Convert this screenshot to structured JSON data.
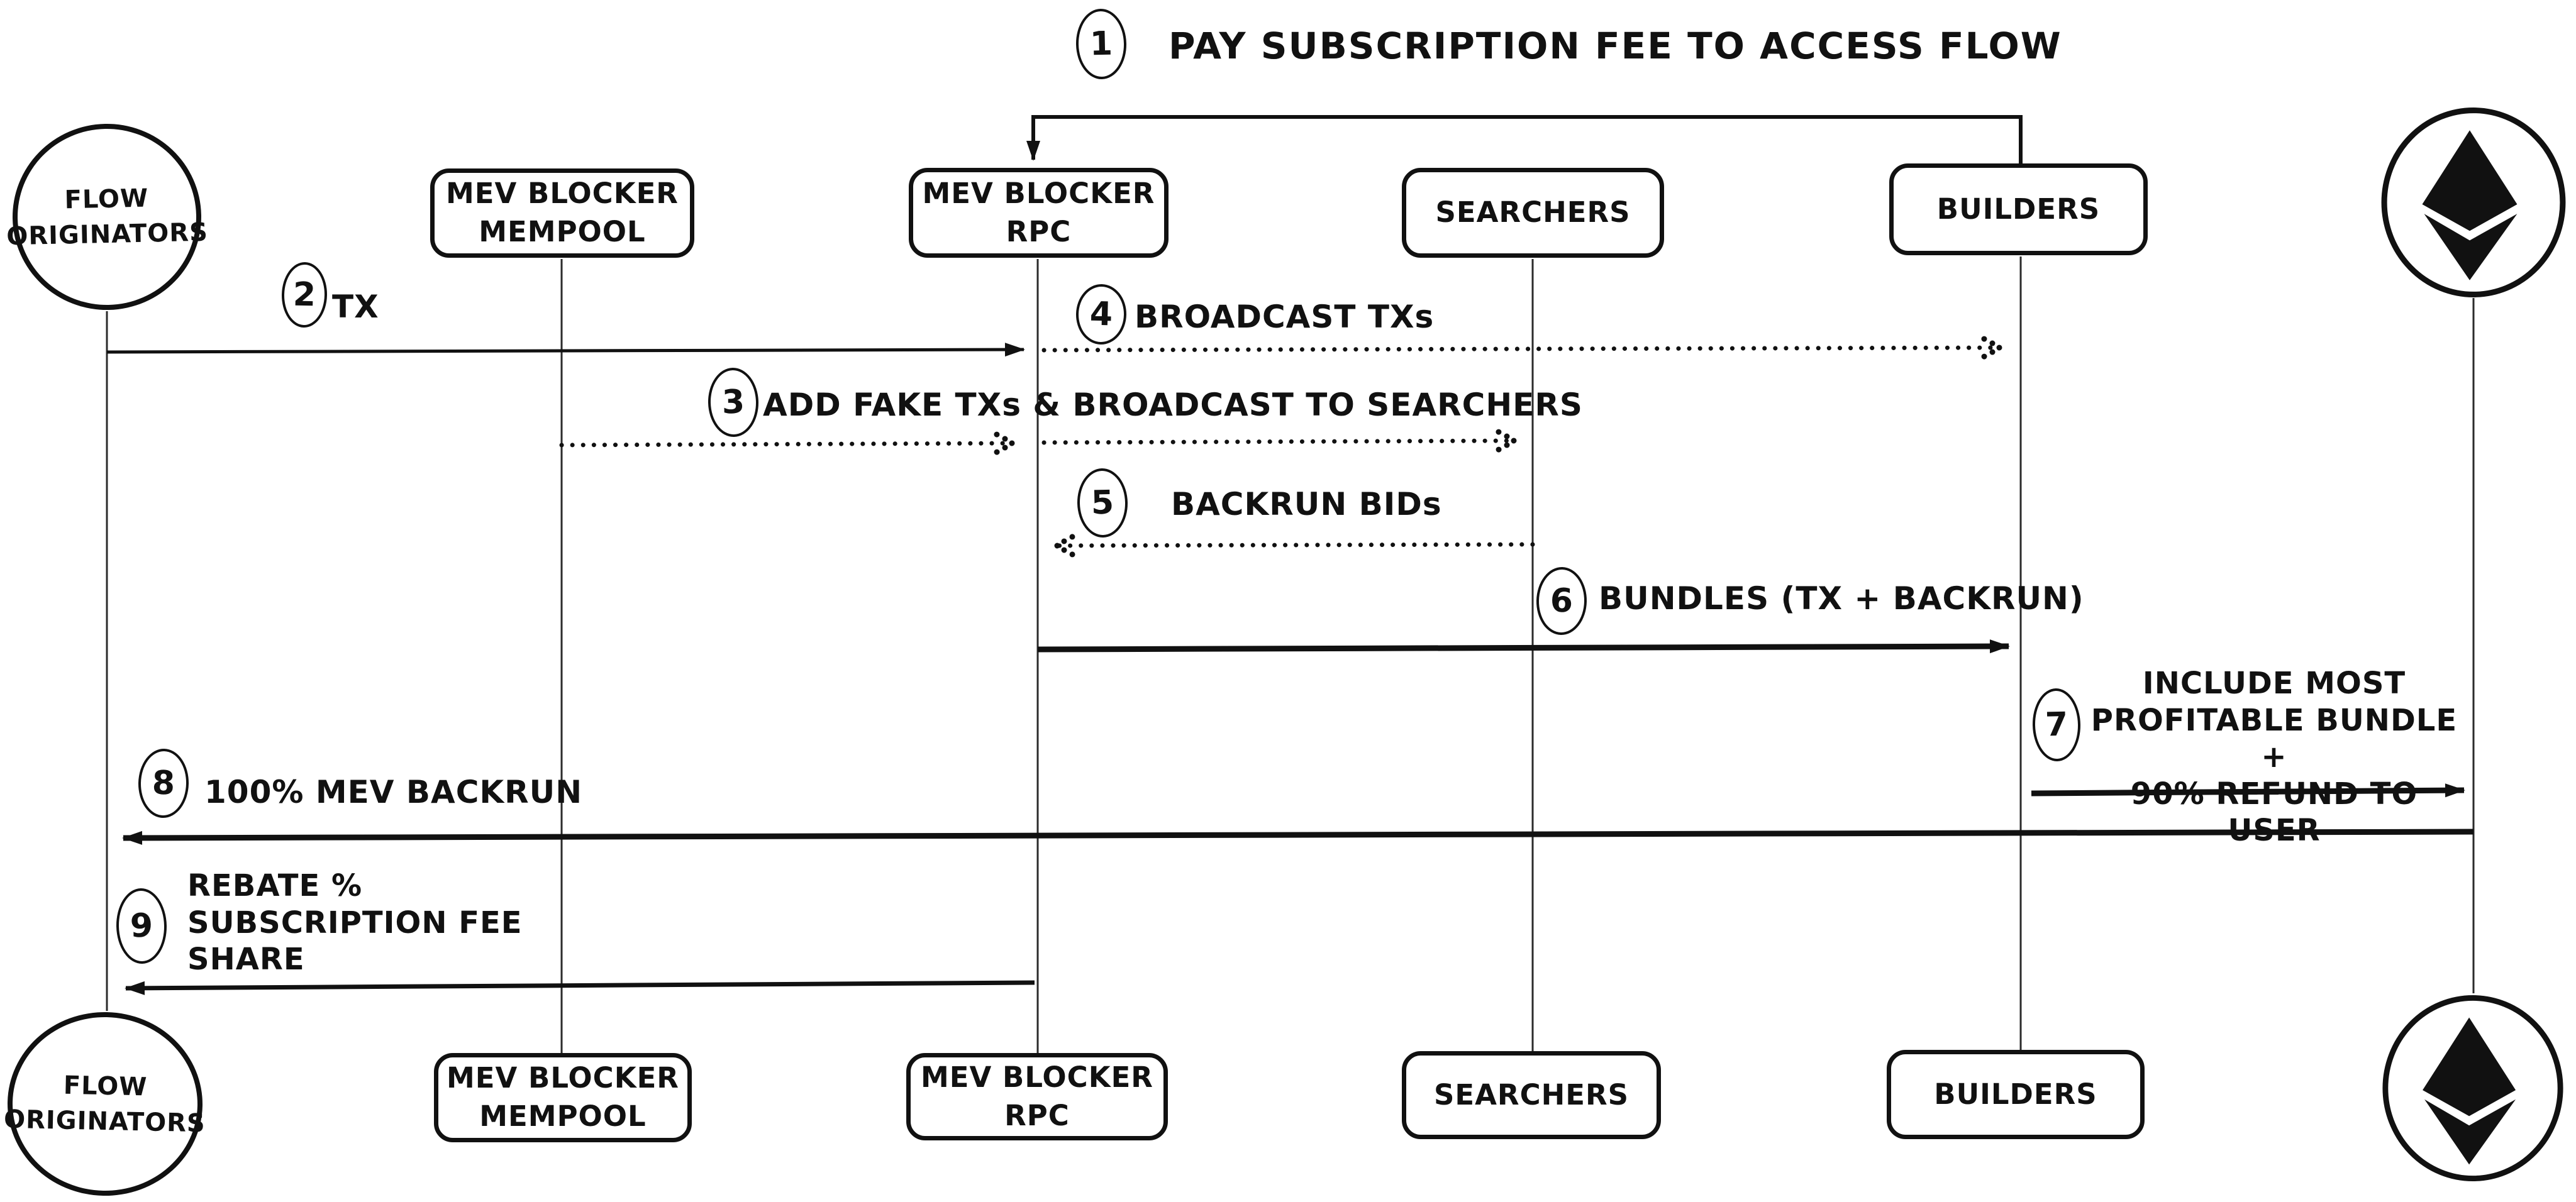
{
  "colors": {
    "ink": "#111111",
    "background": "#ffffff"
  },
  "participants": {
    "flow": {
      "lines": [
        "FLOW",
        "ORIGINATORS"
      ]
    },
    "mempool": {
      "lines": [
        "MEV BLOCKER",
        "MEMPOOL"
      ]
    },
    "rpc": {
      "lines": [
        "MEV BLOCKER",
        "RPC"
      ]
    },
    "searchers": {
      "lines": [
        "SEARCHERS"
      ]
    },
    "builders": {
      "lines": [
        "BUILDERS"
      ]
    },
    "ethereum": {
      "icon": "ethereum-logo"
    }
  },
  "steps": {
    "s1": {
      "number": "1",
      "text": "PAY SUBSCRIPTION FEE TO ACCESS FLOW",
      "from": "builders",
      "to": "rpc",
      "line": "solid"
    },
    "s2": {
      "number": "2",
      "text": "TX",
      "from": "flow",
      "to": "rpc",
      "line": "solid"
    },
    "s3": {
      "number": "3",
      "text": "ADD FAKE TXs & BROADCAST TO SEARCHERS",
      "from": "mempool",
      "to": "searchers",
      "line": "dotted"
    },
    "s4": {
      "number": "4",
      "text": "BROADCAST TXs",
      "from": "rpc",
      "to": "builders",
      "line": "dotted"
    },
    "s5": {
      "number": "5",
      "text": "BACKRUN BIDs",
      "from": "searchers",
      "to": "rpc",
      "line": "dotted"
    },
    "s6": {
      "number": "6",
      "text": "BUNDLES (TX + BACKRUN)",
      "from": "rpc",
      "to": "builders",
      "line": "solid"
    },
    "s7": {
      "number": "7",
      "lines": [
        "INCLUDE MOST",
        "PROFITABLE BUNDLE +",
        "90% REFUND TO USER"
      ],
      "from": "builders",
      "to": "ethereum",
      "line": "solid"
    },
    "s8": {
      "number": "8",
      "text": "100% MEV BACKRUN",
      "from": "ethereum",
      "to": "flow",
      "line": "solid"
    },
    "s9": {
      "number": "9",
      "lines": [
        "REBATE %",
        "SUBSCRIPTION FEE",
        "SHARE"
      ],
      "from": "rpc",
      "to": "flow",
      "line": "solid"
    }
  }
}
